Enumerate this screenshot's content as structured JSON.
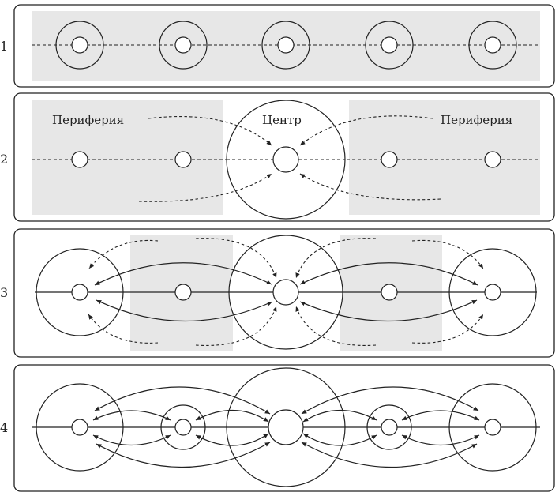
{
  "panels": [
    {
      "number": "1"
    },
    {
      "number": "2",
      "labels": {
        "left": "Периферия",
        "center": "Центр",
        "right": "Периферия"
      }
    },
    {
      "number": "3"
    },
    {
      "number": "4"
    }
  ]
}
